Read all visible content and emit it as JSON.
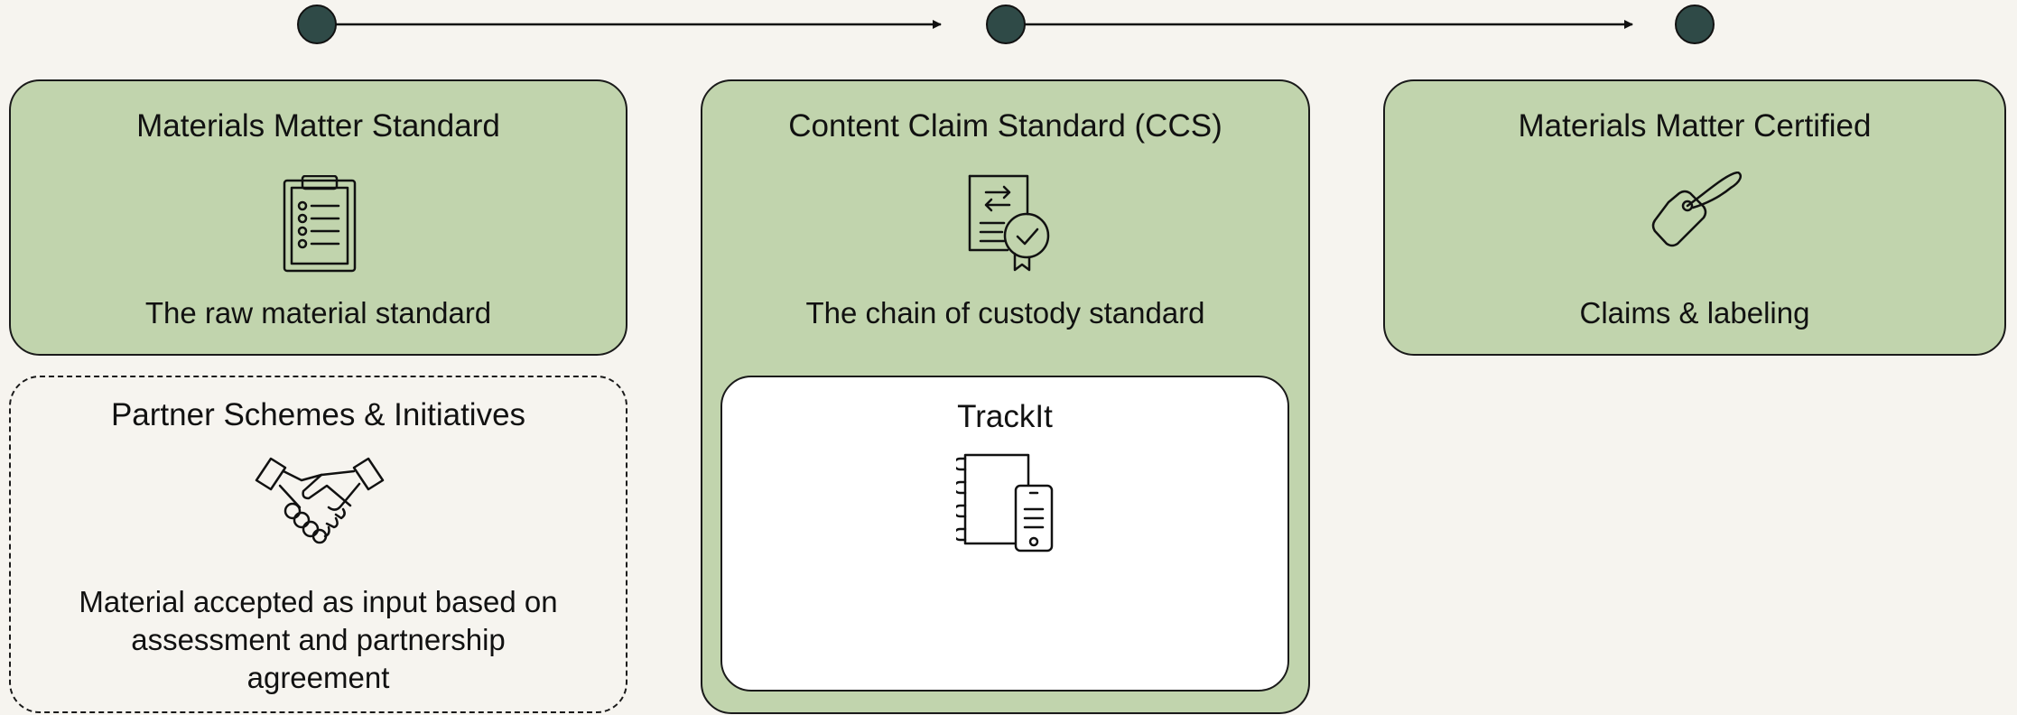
{
  "timeline": {
    "nodes": 3,
    "node_color": "#2f4a47"
  },
  "colors": {
    "green": "#c1d4ad",
    "background": "#f6f4ef",
    "border": "#1a1a1a"
  },
  "cards": {
    "raw_material": {
      "title": "Materials Matter Standard",
      "description": "The raw material standard",
      "icon": "clipboard-checklist-icon"
    },
    "chain_of_custody": {
      "title": "Content Claim Standard (CCS)",
      "description": "The chain of custody standard",
      "icon": "certificate-document-icon"
    },
    "certified": {
      "title": "Materials Matter Certified",
      "description": "Claims & labeling",
      "icon": "price-tag-icon"
    },
    "partner": {
      "title": "Partner Schemes & Initiatives",
      "description": "Material accepted as input based on assessment and partnership agreement",
      "icon": "handshake-icon"
    },
    "trackit": {
      "title": "TrackIt",
      "icon": "notebook-phone-icon"
    }
  }
}
